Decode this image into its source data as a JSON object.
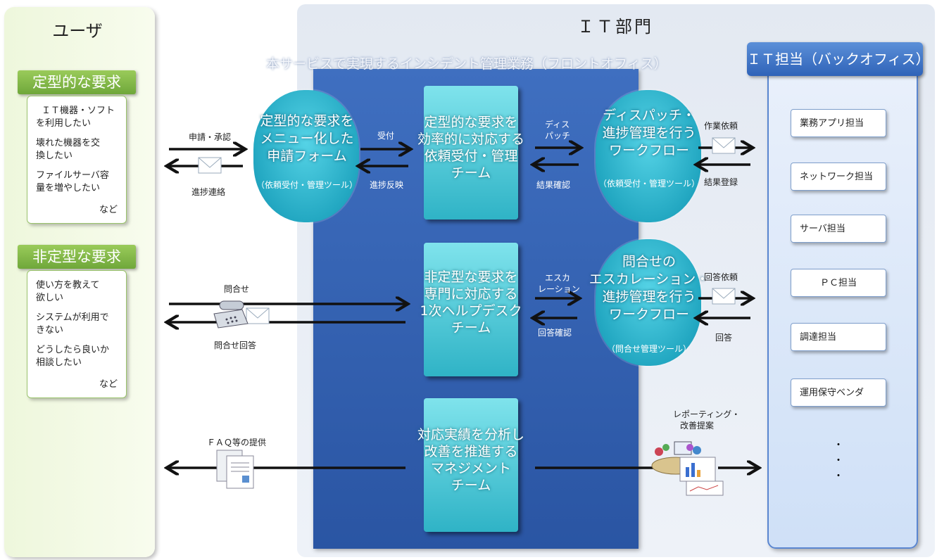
{
  "user": {
    "title": "ユーザ",
    "routine": {
      "head": "定型的な要求",
      "items": [
        "ＩＴ機器・ソフト",
        "を利用したい",
        "壊れた機器を交",
        "換したい",
        "ファイルサーバ容",
        "量を増やしたい"
      ],
      "etc": "など"
    },
    "nonroutine": {
      "head": "非定型な要求",
      "items": [
        "使い方を教えて",
        "欲しい",
        "システムが利用で",
        "きない",
        "どうしたら良いか",
        "相談したい"
      ],
      "etc": "など"
    }
  },
  "it": {
    "title": "ＩＴ部門",
    "front_title": "本サービスで実現するインシデント管理業務（フロントオフィス）",
    "back_title": "ＩＴ担当（バックオフィス）",
    "back_items": [
      "業務アプリ担当",
      "ネットワーク担当",
      "サーバ担当",
      "ＰＣ担当",
      "調達担当",
      "運用保守ベンダ"
    ],
    "dots": [
      "・",
      "・",
      "・"
    ]
  },
  "clouds": {
    "form": {
      "lines": [
        "定型的な要求を",
        "メニュー化した",
        "申請フォーム"
      ],
      "sub": "（依頼受付・管理ツール）"
    },
    "dispatch": {
      "lines": [
        "ディスパッチ・",
        "進捗管理を行う",
        "ワークフロー"
      ],
      "sub": "（依頼受付・管理ツール）"
    },
    "escalation": {
      "lines": [
        "問合せの",
        "エスカレーション・",
        "進捗管理を行う",
        "ワークフロー"
      ],
      "sub": "（問合せ管理ツール）"
    }
  },
  "teams": {
    "request": [
      "定型的な要求を",
      "効率的に対応する",
      "依頼受付・管理",
      "チーム"
    ],
    "helpdesk": [
      "非定型な要求を",
      "専門に対応する",
      "1次ヘルプデスク",
      "チーム"
    ],
    "management": [
      "対応実績を分析し",
      "改善を推進する",
      "マネジメント",
      "チーム"
    ]
  },
  "labels": {
    "apply": "申請・承認",
    "progress_contact": "進捗連絡",
    "accept": "受付",
    "progress_reflect": "進捗反映",
    "dispatch1": "ディス",
    "dispatch2": "パッチ",
    "result_confirm": "結果確認",
    "work_request": "作業依頼",
    "result_register": "結果登録",
    "inquiry": "問合せ",
    "inquiry_answer": "問合せ回答",
    "escalation1": "エスカ",
    "escalation2": "レーション",
    "answer_confirm": "回答確認",
    "answer_request": "回答依頼",
    "answer": "回答",
    "faq": "ＦＡＱ等の提供",
    "reporting1": "レポーティング・",
    "reporting2": "改善提案"
  },
  "colors": {
    "user_panel": "#eef7dc",
    "req_head": "#7fb548",
    "front_panel": "#3464b4",
    "team": "#45c4d4",
    "back_head": "#3a70c4"
  }
}
